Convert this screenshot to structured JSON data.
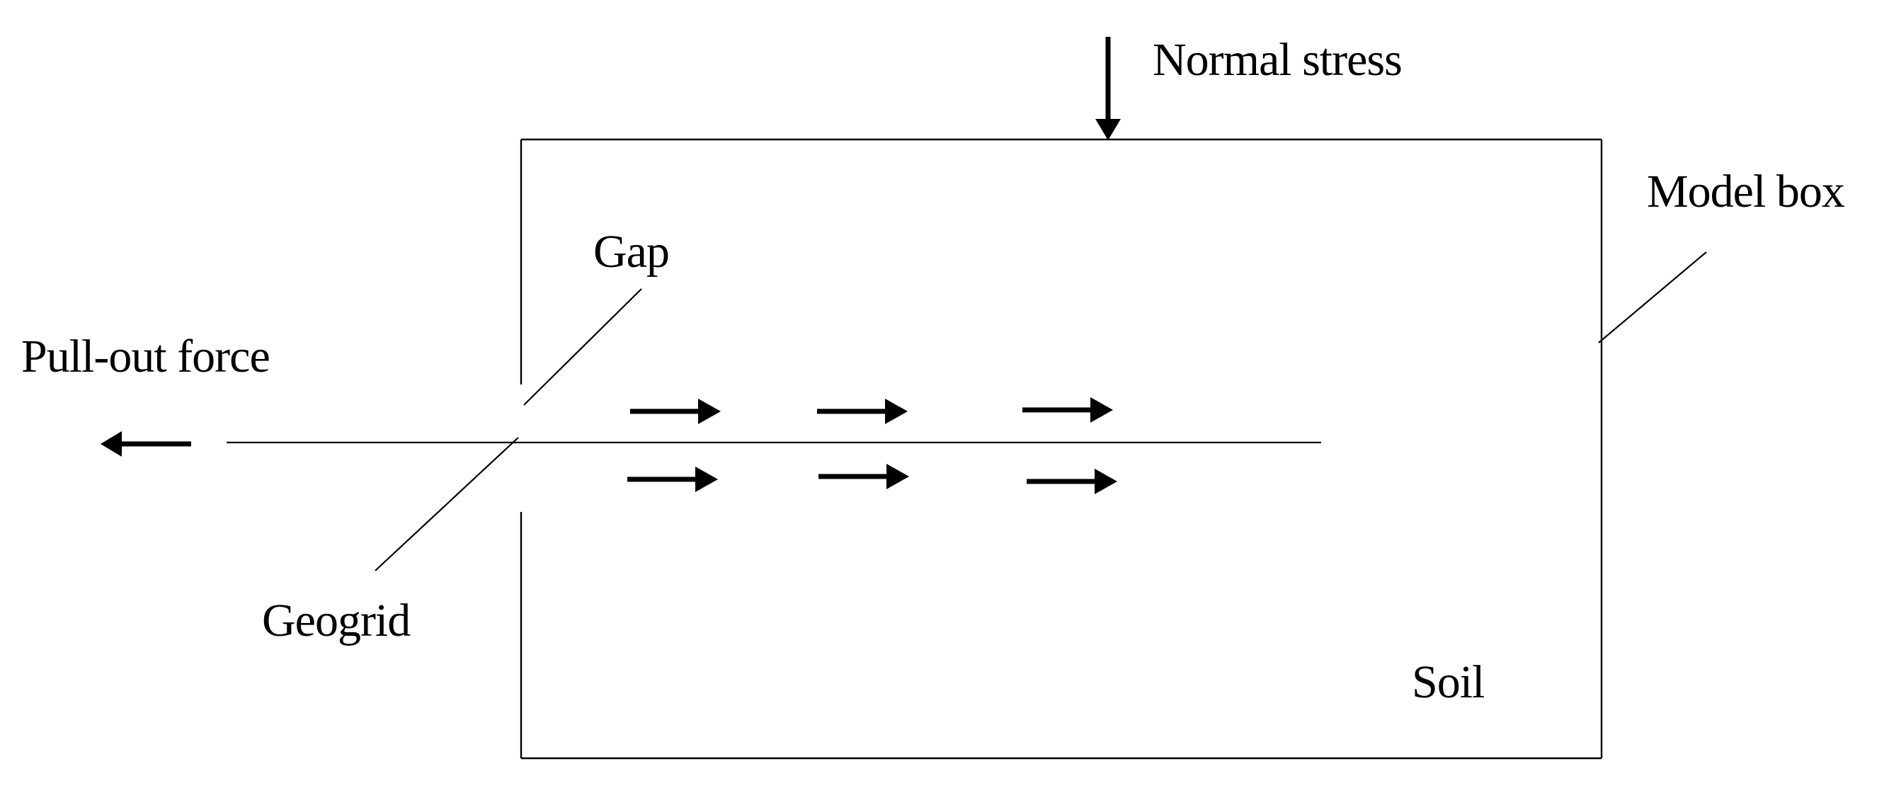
{
  "labels": {
    "normal_stress": "Normal stress",
    "model_box": "Model box",
    "gap": "Gap",
    "pull_out_force": "Pull-out force",
    "geogrid": "Geogrid",
    "soil": "Soil"
  },
  "colors": {
    "line": "#000000",
    "background": "#ffffff"
  }
}
